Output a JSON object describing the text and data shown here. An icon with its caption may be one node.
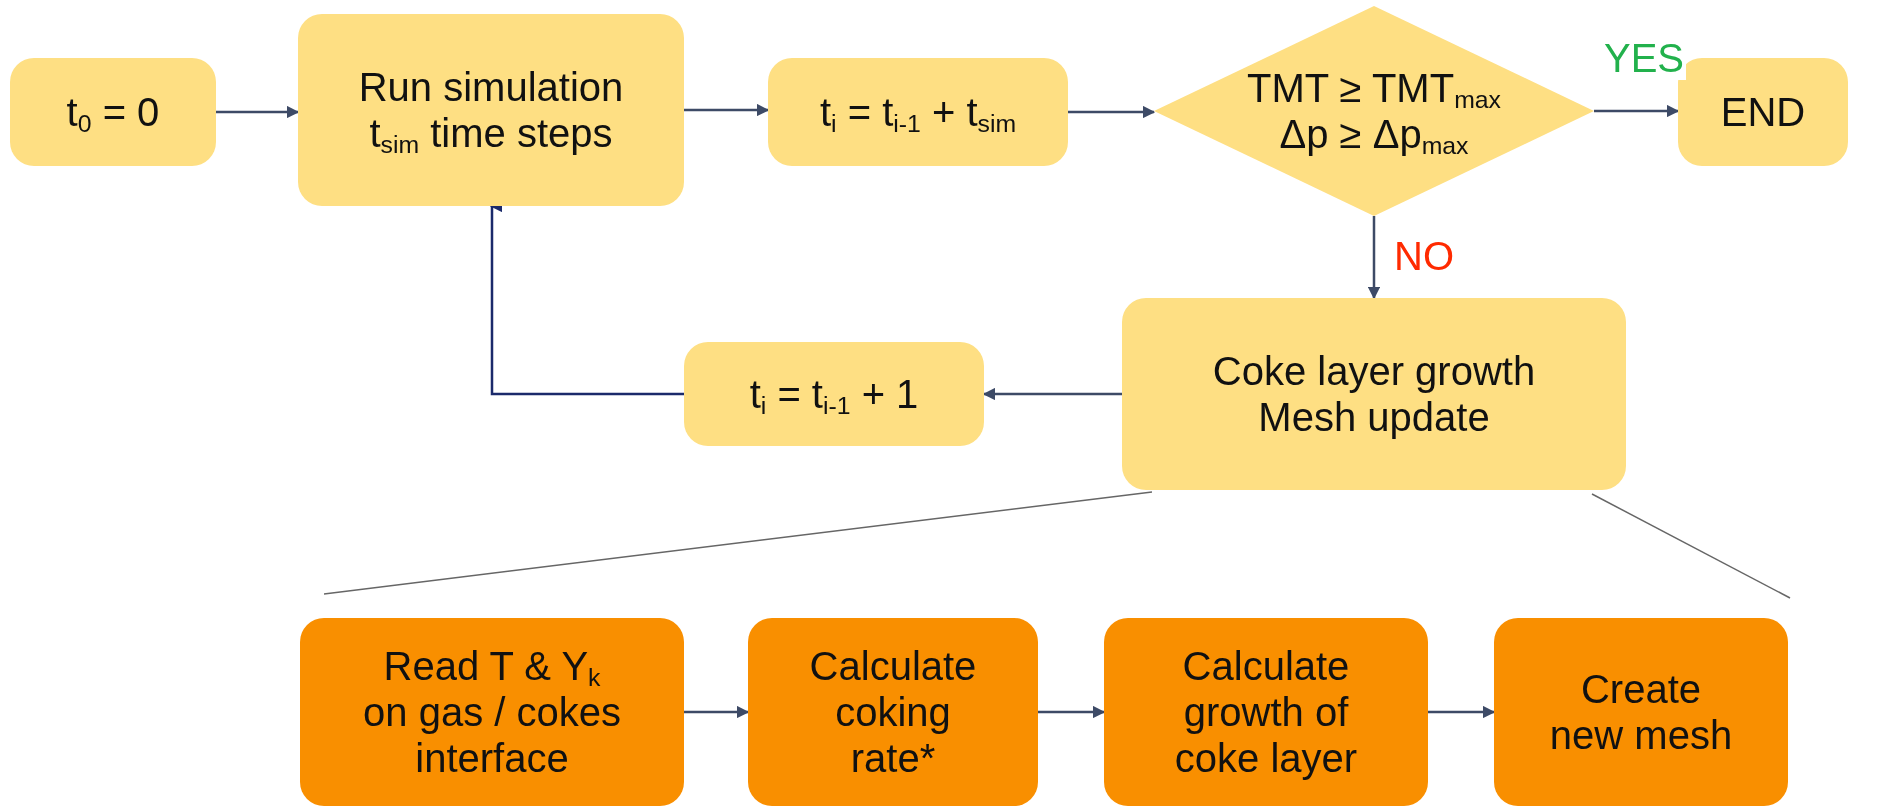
{
  "diagram": {
    "nodes": [
      {
        "text": [
          "t$_{0}$ = 0"
        ]
      },
      {
        "text": [
          "Run simulation t$_{sim}$ time steps"
        ]
      },
      {
        "text": [
          "t$_{i}$ = t$_{i-1}$ + t$_{sim}$"
        ]
      },
      {
        "text": [
          "TMT ≥ TMT$_{max}$ Δp ≥ Δp$_{max}$"
        ]
      },
      {
        "text": [
          "END"
        ]
      },
      {
        "text": [
          "Coke layer growth Mesh update"
        ]
      },
      {
        "text": [
          "t$_{i}$ = t$_{i-1}$ + 1"
        ]
      },
      {
        "text": [
          "Read T & Y$_{k}$ on gas / cokes interface"
        ]
      },
      {
        "text": [
          "Calculate coking rate*"
        ]
      },
      {
        "text": [
          "Calculate growth of coke layer"
        ]
      },
      {
        "text": [
          "Create new mesh"
        ]
      }
    ],
    "edges": [
      {
        "from": 0,
        "to": 1,
        "arrow": "to"
      },
      {
        "from": 1,
        "to": 2,
        "arrow": "to"
      },
      {
        "from": 2,
        "to": 3,
        "arrow": "to"
      },
      {
        "from": 3,
        "to": 4,
        "arrow": "to",
        "label": "YES"
      },
      {
        "from": 3,
        "to": 5,
        "arrow": "to",
        "label": "NO"
      },
      {
        "from": 5,
        "to": 6,
        "arrow": "to"
      },
      {
        "from": 6,
        "to": 1,
        "arrow": "to",
        "color": "#1b2a6b"
      },
      {
        "from": 7,
        "to": 8,
        "arrow": "to"
      },
      {
        "from": 8,
        "to": 9,
        "arrow": "to"
      },
      {
        "from": 9,
        "to": 10,
        "arrow": "to"
      }
    ]
  }
}
